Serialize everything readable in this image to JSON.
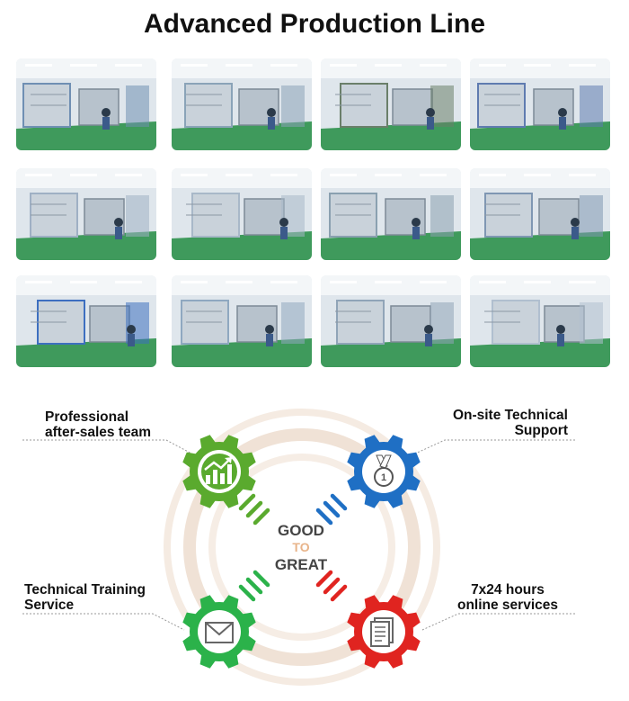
{
  "header": {
    "title": "Advanced Production Line"
  },
  "photos": [
    {
      "name": "photo-chemical-mixing-room",
      "accent": "#6f8fb3"
    },
    {
      "name": "photo-clean-room-machines",
      "accent": "#8aa3b8"
    },
    {
      "name": "photo-coating-machine",
      "accent": "#6a7f6a"
    },
    {
      "name": "photo-winding-machine-operator",
      "accent": "#5f7bb0"
    },
    {
      "name": "photo-assembly-line-enclosures",
      "accent": "#9fb0c4"
    },
    {
      "name": "photo-automated-line-worker",
      "accent": "#a8b8c8"
    },
    {
      "name": "photo-workshop-conveyor",
      "accent": "#8aa0b0"
    },
    {
      "name": "photo-storage-racks-workers",
      "accent": "#7f97b3"
    },
    {
      "name": "photo-battery-cells-crates",
      "accent": "#3d6fc0"
    },
    {
      "name": "photo-workers-testing-station",
      "accent": "#8fa8c0"
    },
    {
      "name": "photo-aging-test-cabinets",
      "accent": "#90a4b8"
    },
    {
      "name": "photo-finished-battery-packs",
      "accent": "#b0bfcf"
    }
  ],
  "services": {
    "top_left": {
      "line1": "Professional",
      "line2": "after-sales team",
      "color": "#5aaa2e"
    },
    "top_right": {
      "line1": "On-site Technical",
      "line2": "Support",
      "color": "#1f6fc4"
    },
    "bottom_left": {
      "line1": "Technical Training",
      "line2": "Service",
      "color": "#2bb24a"
    },
    "bottom_right": {
      "line1": "7x24 hours",
      "line2": "online services",
      "color": "#e02420"
    }
  },
  "center": {
    "line1": "GOOD",
    "line2": "TO",
    "line3": "GREAT"
  },
  "colors": {
    "good": "#444444",
    "to": "#e8b48a",
    "great": "#444444",
    "ring": "#f0e2d6"
  },
  "icons": {
    "top_left": "growth-chart-icon",
    "top_right": "medal-icon",
    "bottom_left": "envelope-icon",
    "bottom_right": "document-icon"
  }
}
